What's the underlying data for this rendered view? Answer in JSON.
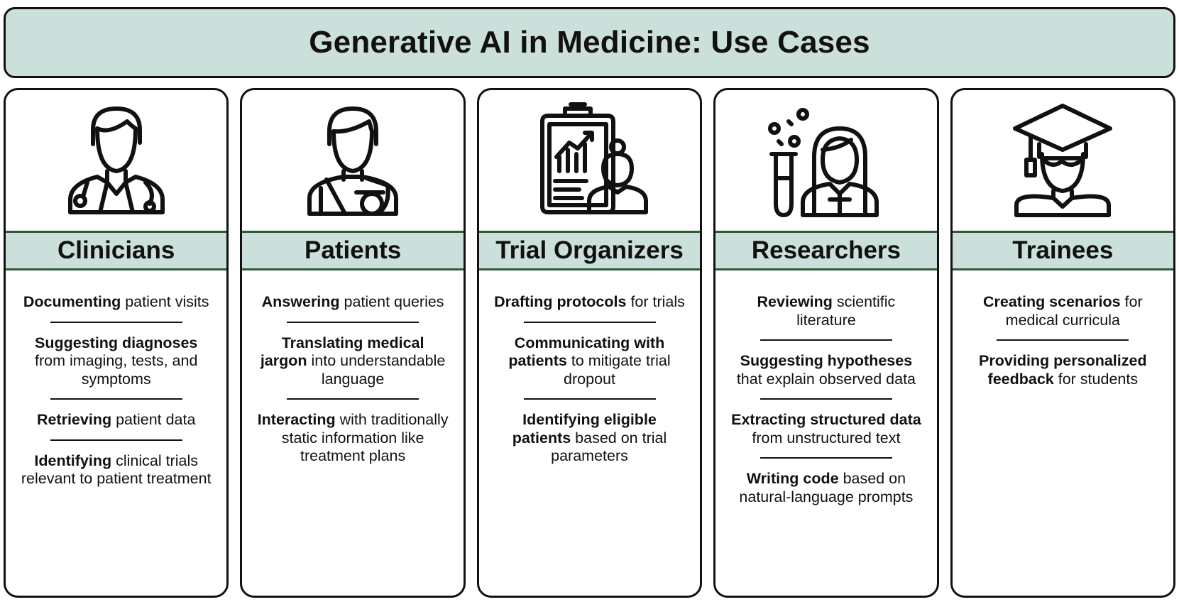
{
  "title": "Generative AI in Medicine: Use Cases",
  "colors": {
    "banner_fill": "#cbdfdb",
    "band_border": "#2e5a3a",
    "outline": "#111111"
  },
  "columns": [
    {
      "heading": "Clinicians",
      "icon": "doctor-with-stethoscope-icon",
      "items": [
        [
          {
            "b": "Documenting"
          },
          {
            "t": " patient visits"
          }
        ],
        [
          {
            "b": "Suggesting diagnoses"
          },
          {
            "t": " from imaging, tests, and symptoms"
          }
        ],
        [
          {
            "b": "Retrieving"
          },
          {
            "t": " patient data"
          }
        ],
        [
          {
            "b": "Identifying"
          },
          {
            "t": " clinical trials relevant to patient treatment"
          }
        ]
      ]
    },
    {
      "heading": "Patients",
      "icon": "patient-with-arm-sling-icon",
      "items": [
        [
          {
            "b": "Answering"
          },
          {
            "t": " patient queries"
          }
        ],
        [
          {
            "b": "Translating medical jargon"
          },
          {
            "t": " into understandable language"
          }
        ],
        [
          {
            "b": "Interacting"
          },
          {
            "t": " with traditionally static information like treatment plans"
          }
        ]
      ]
    },
    {
      "heading": "Trial Organizers",
      "icon": "clipboard-chart-with-person-icon",
      "items": [
        [
          {
            "b": "Drafting protocols"
          },
          {
            "t": " for trials"
          }
        ],
        [
          {
            "b": "Communicating with patients"
          },
          {
            "t": " to mitigate trial dropout"
          }
        ],
        [
          {
            "b": "Identifying eligible patients"
          },
          {
            "t": " based on trial parameters"
          }
        ]
      ]
    },
    {
      "heading": "Researchers",
      "icon": "scientist-with-test-tube-icon",
      "items": [
        [
          {
            "b": "Reviewing"
          },
          {
            "t": " scientific literature"
          }
        ],
        [
          {
            "b": "Suggesting hypotheses"
          },
          {
            "t": " that explain observed data"
          }
        ],
        [
          {
            "b": "Extracting structured data"
          },
          {
            "t": " from unstructured text"
          }
        ],
        [
          {
            "b": "Writing code"
          },
          {
            "t": " based on natural-language prompts"
          }
        ]
      ]
    },
    {
      "heading": "Trainees",
      "icon": "graduate-with-cap-icon",
      "items": [
        [
          {
            "b": "Creating scenarios"
          },
          {
            "t": " for medical curricula"
          }
        ],
        [
          {
            "b": "Providing personalized feedback"
          },
          {
            "t": " for students"
          }
        ]
      ]
    }
  ]
}
